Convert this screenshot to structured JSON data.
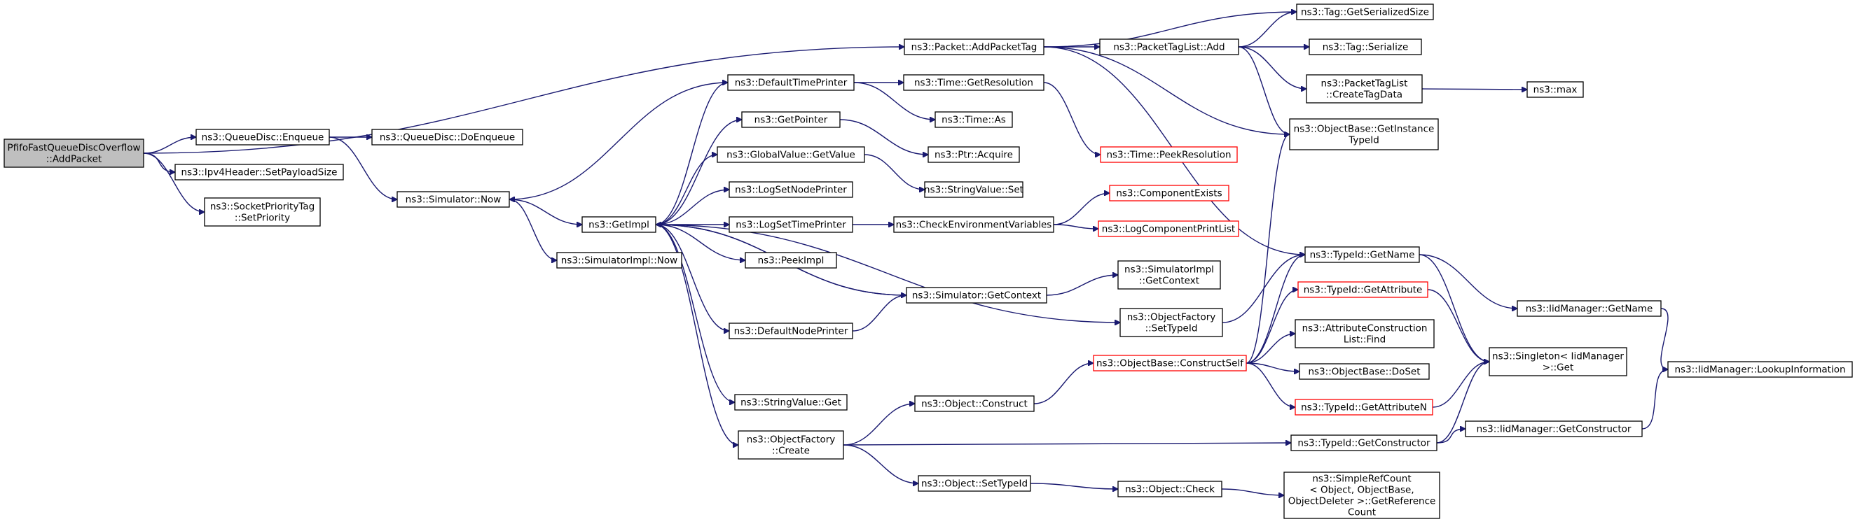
{
  "graph": {
    "nodes": [
      {
        "id": "root",
        "lines": [
          "PfifoFastQueueDiscOverflow",
          "::AddPacket"
        ],
        "style": "root"
      },
      {
        "id": "addPacketTag",
        "lines": [
          "ns3::Packet::AddPacketTag"
        ]
      },
      {
        "id": "enqueue",
        "lines": [
          "ns3::QueueDisc::Enqueue"
        ]
      },
      {
        "id": "setPayloadSize",
        "lines": [
          "ns3::Ipv4Header::SetPayloadSize"
        ]
      },
      {
        "id": "setPriority",
        "lines": [
          "ns3::SocketPriorityTag",
          "::SetPriority"
        ]
      },
      {
        "id": "doEnqueue",
        "lines": [
          "ns3::QueueDisc::DoEnqueue"
        ]
      },
      {
        "id": "simNow",
        "lines": [
          "ns3::Simulator::Now"
        ]
      },
      {
        "id": "getImpl",
        "lines": [
          "ns3::GetImpl"
        ]
      },
      {
        "id": "simImplNow",
        "lines": [
          "ns3::SimulatorImpl::Now"
        ]
      },
      {
        "id": "defaultTimePrinter",
        "lines": [
          "ns3::DefaultTimePrinter"
        ]
      },
      {
        "id": "getPointer",
        "lines": [
          "ns3::GetPointer"
        ]
      },
      {
        "id": "gvGetValue",
        "lines": [
          "ns3::GlobalValue::GetValue"
        ]
      },
      {
        "id": "logSetNodePrinter",
        "lines": [
          "ns3::LogSetNodePrinter"
        ]
      },
      {
        "id": "logSetTimePrinter",
        "lines": [
          "ns3::LogSetTimePrinter"
        ]
      },
      {
        "id": "peekImpl",
        "lines": [
          "ns3::PeekImpl"
        ]
      },
      {
        "id": "defaultNodePrinter",
        "lines": [
          "ns3::DefaultNodePrinter"
        ]
      },
      {
        "id": "svGet",
        "lines": [
          "ns3::StringValue::Get"
        ]
      },
      {
        "id": "ofCreate",
        "lines": [
          "ns3::ObjectFactory",
          "::Create"
        ]
      },
      {
        "id": "timeGetResolution",
        "lines": [
          "ns3::Time::GetResolution"
        ]
      },
      {
        "id": "timeAs",
        "lines": [
          "ns3::Time::As"
        ]
      },
      {
        "id": "ptrAcquire",
        "lines": [
          "ns3::Ptr::Acquire"
        ]
      },
      {
        "id": "svSet",
        "lines": [
          "ns3::StringValue::Set"
        ]
      },
      {
        "id": "checkEnv",
        "lines": [
          "ns3::CheckEnvironmentVariables"
        ]
      },
      {
        "id": "simGetContext",
        "lines": [
          "ns3::Simulator::GetContext"
        ]
      },
      {
        "id": "objConstruct",
        "lines": [
          "ns3::Object::Construct"
        ]
      },
      {
        "id": "objSetTypeId",
        "lines": [
          "ns3::Object::SetTypeId"
        ]
      },
      {
        "id": "timePeekRes",
        "lines": [
          "ns3::Time::PeekResolution"
        ],
        "style": "red"
      },
      {
        "id": "componentExists",
        "lines": [
          "ns3::ComponentExists"
        ],
        "style": "red"
      },
      {
        "id": "logComponentPrintList",
        "lines": [
          "ns3::LogComponentPrintList"
        ],
        "style": "red"
      },
      {
        "id": "simImplGetContext",
        "lines": [
          "ns3::SimulatorImpl",
          "::GetContext"
        ]
      },
      {
        "id": "ofSetTypeId",
        "lines": [
          "ns3::ObjectFactory",
          "::SetTypeId"
        ]
      },
      {
        "id": "constructSelf",
        "lines": [
          "ns3::ObjectBase::ConstructSelf"
        ],
        "style": "red"
      },
      {
        "id": "objCheck",
        "lines": [
          "ns3::Object::Check"
        ]
      },
      {
        "id": "ptlAdd",
        "lines": [
          "ns3::PacketTagList::Add"
        ]
      },
      {
        "id": "tagGetSerSize",
        "lines": [
          "ns3::Tag::GetSerializedSize"
        ]
      },
      {
        "id": "tagSerialize",
        "lines": [
          "ns3::Tag::Serialize"
        ]
      },
      {
        "id": "ptlCreateTagData",
        "lines": [
          "ns3::PacketTagList",
          "::CreateTagData"
        ]
      },
      {
        "id": "obGetInstanceTypeId",
        "lines": [
          "ns3::ObjectBase::GetInstance",
          "TypeId"
        ]
      },
      {
        "id": "typeIdGetName",
        "lines": [
          "ns3::TypeId::GetName"
        ]
      },
      {
        "id": "typeIdGetAttribute",
        "lines": [
          "ns3::TypeId::GetAttribute"
        ],
        "style": "red"
      },
      {
        "id": "acListFind",
        "lines": [
          "ns3::AttributeConstruction",
          "List::Find"
        ]
      },
      {
        "id": "obDoSet",
        "lines": [
          "ns3::ObjectBase::DoSet"
        ]
      },
      {
        "id": "typeIdGetAttributeN",
        "lines": [
          "ns3::TypeId::GetAttributeN"
        ],
        "style": "red"
      },
      {
        "id": "typeIdGetConstructor",
        "lines": [
          "ns3::TypeId::GetConstructor"
        ]
      },
      {
        "id": "simpleRefCount",
        "lines": [
          "ns3::SimpleRefCount",
          "< Object, ObjectBase,",
          "ObjectDeleter >::GetReference",
          "Count"
        ]
      },
      {
        "id": "max",
        "lines": [
          "ns3::max"
        ]
      },
      {
        "id": "iidGetName",
        "lines": [
          "ns3::IidManager::GetName"
        ]
      },
      {
        "id": "singletonGet",
        "lines": [
          "ns3::Singleton< IidManager",
          " >::Get"
        ]
      },
      {
        "id": "iidGetConstructor",
        "lines": [
          "ns3::IidManager::GetConstructor"
        ]
      },
      {
        "id": "iidLookup",
        "lines": [
          "ns3::IidManager::LookupInformation"
        ]
      }
    ],
    "edges": [
      [
        "root",
        "addPacketTag"
      ],
      [
        "root",
        "enqueue"
      ],
      [
        "root",
        "setPayloadSize"
      ],
      [
        "root",
        "setPriority"
      ],
      [
        "enqueue",
        "doEnqueue"
      ],
      [
        "enqueue",
        "simNow"
      ],
      [
        "simNow",
        "getImpl"
      ],
      [
        "simNow",
        "simImplNow"
      ],
      [
        "getImpl",
        "defaultTimePrinter"
      ],
      [
        "getImpl",
        "getPointer"
      ],
      [
        "getImpl",
        "gvGetValue"
      ],
      [
        "getImpl",
        "logSetNodePrinter"
      ],
      [
        "getImpl",
        "logSetTimePrinter"
      ],
      [
        "getImpl",
        "peekImpl"
      ],
      [
        "getImpl",
        "simGetContext"
      ],
      [
        "getImpl",
        "defaultNodePrinter"
      ],
      [
        "getImpl",
        "ofSetTypeId"
      ],
      [
        "getImpl",
        "svGet"
      ],
      [
        "getImpl",
        "ofCreate"
      ],
      [
        "defaultTimePrinter",
        "simNow"
      ],
      [
        "defaultTimePrinter",
        "timeGetResolution"
      ],
      [
        "defaultTimePrinter",
        "timeAs"
      ],
      [
        "timeGetResolution",
        "timePeekRes"
      ],
      [
        "getPointer",
        "ptrAcquire"
      ],
      [
        "gvGetValue",
        "svSet"
      ],
      [
        "logSetTimePrinter",
        "checkEnv"
      ],
      [
        "checkEnv",
        "componentExists"
      ],
      [
        "checkEnv",
        "logComponentPrintList"
      ],
      [
        "simGetContext",
        "getImpl"
      ],
      [
        "simGetContext",
        "simImplGetContext"
      ],
      [
        "defaultNodePrinter",
        "simGetContext"
      ],
      [
        "ofSetTypeId",
        "typeIdGetName"
      ],
      [
        "ofCreate",
        "objConstruct"
      ],
      [
        "ofCreate",
        "objSetTypeId"
      ],
      [
        "ofCreate",
        "typeIdGetConstructor"
      ],
      [
        "objConstruct",
        "constructSelf"
      ],
      [
        "objSetTypeId",
        "objCheck"
      ],
      [
        "objCheck",
        "simpleRefCount"
      ],
      [
        "addPacketTag",
        "tagGetSerSize"
      ],
      [
        "addPacketTag",
        "ptlAdd"
      ],
      [
        "addPacketTag",
        "obGetInstanceTypeId"
      ],
      [
        "addPacketTag",
        "typeIdGetName"
      ],
      [
        "ptlAdd",
        "tagGetSerSize"
      ],
      [
        "ptlAdd",
        "tagSerialize"
      ],
      [
        "ptlAdd",
        "ptlCreateTagData"
      ],
      [
        "ptlAdd",
        "obGetInstanceTypeId"
      ],
      [
        "ptlCreateTagData",
        "max"
      ],
      [
        "constructSelf",
        "obGetInstanceTypeId"
      ],
      [
        "constructSelf",
        "typeIdGetName"
      ],
      [
        "constructSelf",
        "typeIdGetAttribute"
      ],
      [
        "constructSelf",
        "acListFind"
      ],
      [
        "constructSelf",
        "obDoSet"
      ],
      [
        "constructSelf",
        "typeIdGetAttributeN"
      ],
      [
        "typeIdGetName",
        "iidGetName"
      ],
      [
        "typeIdGetName",
        "singletonGet"
      ],
      [
        "typeIdGetAttribute",
        "singletonGet"
      ],
      [
        "typeIdGetAttributeN",
        "singletonGet"
      ],
      [
        "typeIdGetConstructor",
        "iidGetConstructor"
      ],
      [
        "typeIdGetConstructor",
        "singletonGet"
      ],
      [
        "iidGetName",
        "iidLookup"
      ],
      [
        "iidGetConstructor",
        "iidLookup"
      ]
    ]
  }
}
